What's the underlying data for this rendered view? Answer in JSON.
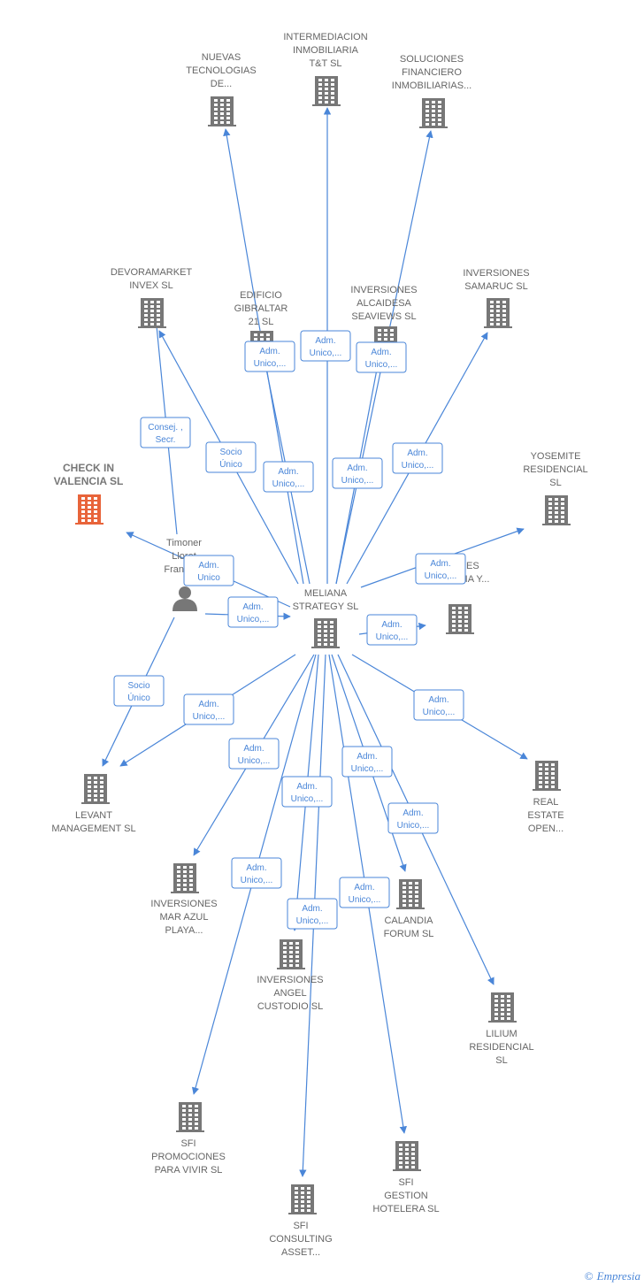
{
  "colors": {
    "edge": "#4a86d8",
    "company": "#777777",
    "highlight": "#e8643a",
    "person": "#777777",
    "label": "#666666"
  },
  "nodes": [
    {
      "id": "meliana",
      "type": "company",
      "label": [
        "MELIANA",
        "STRATEGY SL"
      ]
    },
    {
      "id": "checkin",
      "type": "company",
      "highlight": true,
      "label": [
        "CHECK IN",
        "VALENCIA  SL"
      ]
    },
    {
      "id": "timoner",
      "type": "person",
      "label": [
        "Timoner",
        "Lloret",
        "Francis..."
      ]
    },
    {
      "id": "nuevas",
      "type": "company",
      "label": [
        "NUEVAS",
        "TECNOLOGIAS",
        "DE..."
      ]
    },
    {
      "id": "intermed",
      "type": "company",
      "label": [
        "INTERMEDIACION",
        "INMOBILIARIA",
        "T&T  SL"
      ]
    },
    {
      "id": "soluciones",
      "type": "company",
      "label": [
        "SOLUCIONES",
        "FINANCIERO",
        "INMOBILIARIAS..."
      ]
    },
    {
      "id": "devora",
      "type": "company",
      "label": [
        "DEVORAMARKET",
        "INVEX  SL"
      ]
    },
    {
      "id": "edificio",
      "type": "company",
      "label": [
        "EDIFICIO",
        "GIBRALTAR",
        "21  SL"
      ]
    },
    {
      "id": "alcaidesa",
      "type": "company",
      "label": [
        "INVERSIONES",
        "ALCAIDESA",
        "SEAVIEWS  SL"
      ]
    },
    {
      "id": "samaruc",
      "type": "company",
      "label": [
        "INVERSIONES",
        "SAMARUC  SL"
      ]
    },
    {
      "id": "yosemite",
      "type": "company",
      "label": [
        "YOSEMITE",
        "RESIDENCIAL",
        "SL"
      ]
    },
    {
      "id": "energia",
      "type": "company",
      "label": [
        "...IONES",
        "ENERGIA Y..."
      ]
    },
    {
      "id": "levant",
      "type": "company",
      "label": [
        "LEVANT",
        "MANAGEMENT SL"
      ]
    },
    {
      "id": "realestate",
      "type": "company",
      "label": [
        "REAL",
        "ESTATE",
        "OPEN..."
      ]
    },
    {
      "id": "marazul",
      "type": "company",
      "label": [
        "INVERSIONES",
        "MAR AZUL",
        "PLAYA..."
      ]
    },
    {
      "id": "calandia",
      "type": "company",
      "label": [
        "CALANDIA",
        "FORUM  SL"
      ]
    },
    {
      "id": "angel",
      "type": "company",
      "label": [
        "INVERSIONES",
        "ANGEL",
        "CUSTODIO  SL"
      ]
    },
    {
      "id": "lilium",
      "type": "company",
      "label": [
        "LILIUM",
        "RESIDENCIAL",
        "SL"
      ]
    },
    {
      "id": "sfiprom",
      "type": "company",
      "label": [
        "SFI",
        "PROMOCIONES",
        "PARA VIVIR  SL"
      ]
    },
    {
      "id": "sfigest",
      "type": "company",
      "label": [
        "SFI",
        "GESTION",
        "HOTELERA  SL"
      ]
    },
    {
      "id": "sficons",
      "type": "company",
      "label": [
        "SFI",
        "CONSULTING",
        "ASSET..."
      ]
    }
  ],
  "edges": [
    {
      "from": "meliana",
      "to": "nuevas",
      "label": [
        "Adm.",
        "Unico,..."
      ]
    },
    {
      "from": "meliana",
      "to": "intermed",
      "label": [
        "Adm.",
        "Unico,..."
      ]
    },
    {
      "from": "meliana",
      "to": "soluciones",
      "label": [
        "Adm.",
        "Unico,..."
      ]
    },
    {
      "from": "meliana",
      "to": "devora",
      "label": [
        "Socio",
        "Único"
      ]
    },
    {
      "from": "timoner",
      "to": "devora",
      "label": [
        "Consej. ,",
        "Secr."
      ]
    },
    {
      "from": "meliana",
      "to": "edificio",
      "label": [
        "Adm.",
        "Unico,..."
      ]
    },
    {
      "from": "meliana",
      "to": "alcaidesa",
      "label": [
        "Adm.",
        "Unico,..."
      ]
    },
    {
      "from": "meliana",
      "to": "samaruc",
      "label": [
        "Adm.",
        "Unico,..."
      ]
    },
    {
      "from": "meliana",
      "to": "yosemite",
      "label": [
        "Adm.",
        "Unico,..."
      ]
    },
    {
      "from": "meliana",
      "to": "energia",
      "label": [
        "Adm.",
        "Unico,..."
      ]
    },
    {
      "from": "meliana",
      "to": "checkin",
      "label": [
        "Adm.",
        "Unico"
      ]
    },
    {
      "from": "timoner",
      "to": "meliana",
      "label": [
        "Adm.",
        "Unico,..."
      ]
    },
    {
      "from": "timoner",
      "to": "levant",
      "label": [
        "Socio",
        "Único"
      ]
    },
    {
      "from": "meliana",
      "to": "levant",
      "label": [
        "Adm.",
        "Unico,..."
      ]
    },
    {
      "from": "meliana",
      "to": "realestate",
      "label": [
        "Adm.",
        "Unico,..."
      ]
    },
    {
      "from": "meliana",
      "to": "marazul",
      "label": [
        "Adm.",
        "Unico,..."
      ]
    },
    {
      "from": "meliana",
      "to": "angel",
      "label": [
        "Adm.",
        "Unico,..."
      ]
    },
    {
      "from": "meliana",
      "to": "calandia",
      "label": [
        "Adm.",
        "Unico,..."
      ]
    },
    {
      "from": "meliana",
      "to": "lilium",
      "label": [
        "Adm.",
        "Unico,..."
      ]
    },
    {
      "from": "meliana",
      "to": "sfiprom",
      "label": [
        "Adm.",
        "Unico,..."
      ]
    },
    {
      "from": "meliana",
      "to": "sficons",
      "label": [
        "Adm.",
        "Unico,..."
      ]
    },
    {
      "from": "meliana",
      "to": "sfigest",
      "label": [
        "Adm.",
        "Unico,..."
      ]
    }
  ],
  "footer": {
    "copyright": "©",
    "brand": "Empresia"
  }
}
